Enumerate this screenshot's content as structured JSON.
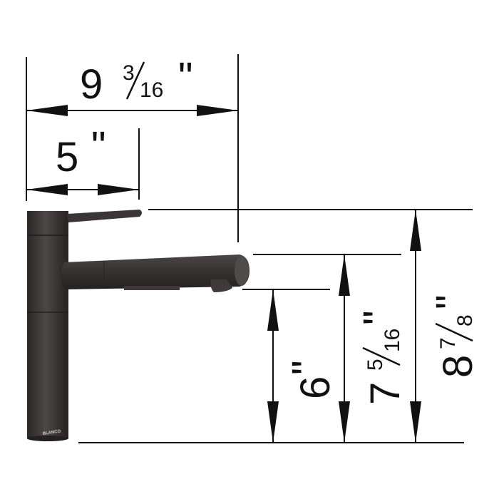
{
  "diagram": {
    "subject": "Pull-out kitchen faucet dimensions",
    "brand_mark": "BLANCO",
    "colors": {
      "line": "#111111",
      "faucet": "#2f2c2c",
      "faucet_highlight": "#4a4646",
      "background": "#ffffff"
    },
    "dimensions": {
      "overall_reach": {
        "whole": "9",
        "num": "3",
        "den": "16",
        "unit": "\""
      },
      "handle_reach": {
        "whole": "5",
        "unit": "\""
      },
      "spout_clearance": {
        "whole": "6",
        "unit": "\""
      },
      "spout_height": {
        "whole": "7",
        "num": "5",
        "den": "16",
        "unit": "\""
      },
      "overall_height": {
        "whole": "8",
        "num": "7",
        "den": "8",
        "unit": "\""
      }
    }
  }
}
